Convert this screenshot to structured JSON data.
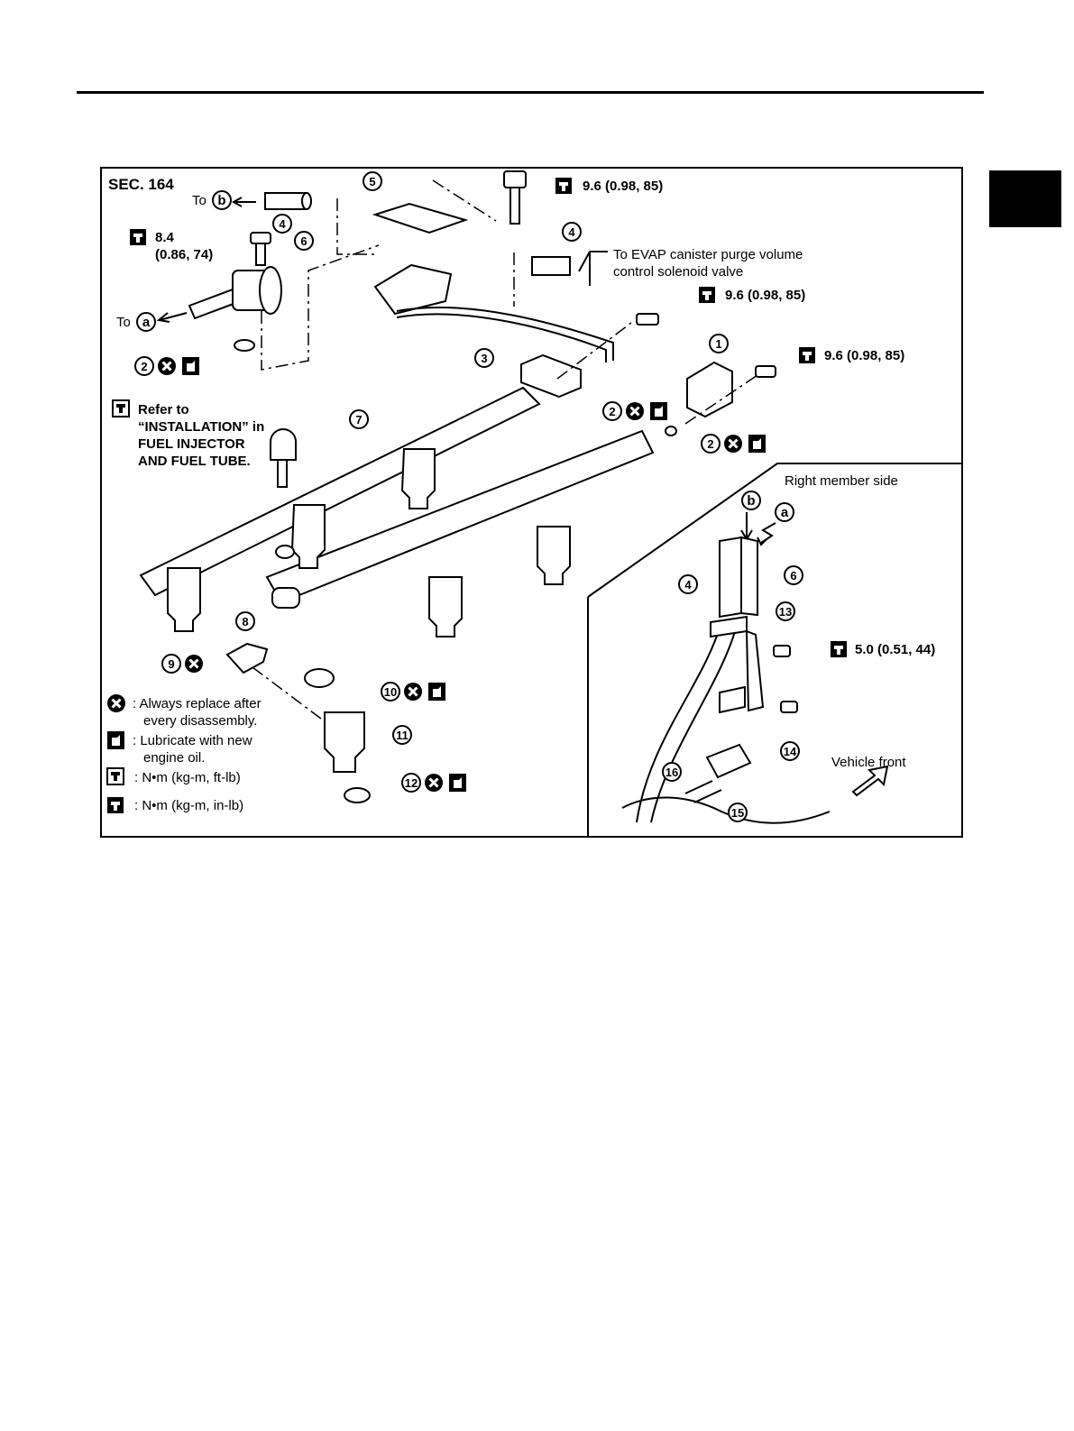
{
  "section": "SEC. 164",
  "callouts": {
    "to_b": "To",
    "to_a": "To",
    "b": "b",
    "a": "a",
    "torque_8_4_line1": "8.4",
    "torque_8_4_line2": "(0.86, 74)",
    "torque_9_6_top": "9.6 (0.98, 85)",
    "torque_9_6_mid": "9.6 (0.98, 85)",
    "torque_9_6_right": "9.6 (0.98, 85)",
    "torque_5_0": "5.0 (0.51, 44)",
    "evap_line1": "To EVAP canister purge volume",
    "evap_line2": "control solenoid valve",
    "refer_line1": "Refer to",
    "refer_line2": "“INSTALLATION” in",
    "refer_line3": "FUEL INJECTOR",
    "refer_line4": "AND FUEL TUBE.",
    "right_member_side": "Right member side",
    "vehicle_front": "Vehicle front"
  },
  "parts": [
    {
      "num": "1"
    },
    {
      "num": "2"
    },
    {
      "num": "3"
    },
    {
      "num": "4"
    },
    {
      "num": "5"
    },
    {
      "num": "6"
    },
    {
      "num": "7"
    },
    {
      "num": "8"
    },
    {
      "num": "9"
    },
    {
      "num": "10"
    },
    {
      "num": "11"
    },
    {
      "num": "12"
    },
    {
      "num": "13"
    },
    {
      "num": "14"
    },
    {
      "num": "15"
    },
    {
      "num": "16"
    }
  ],
  "legend": {
    "replace_line1": ": Always replace after",
    "replace_line2": "every disassembly.",
    "lube_line1": ": Lubricate with new",
    "lube_line2": "engine oil.",
    "torque_ftlb": ": N•m (kg-m, ft-lb)",
    "torque_inlb": ": N•m (kg-m, in-lb)"
  },
  "colors": {
    "ink": "#000000",
    "paper": "#ffffff"
  }
}
